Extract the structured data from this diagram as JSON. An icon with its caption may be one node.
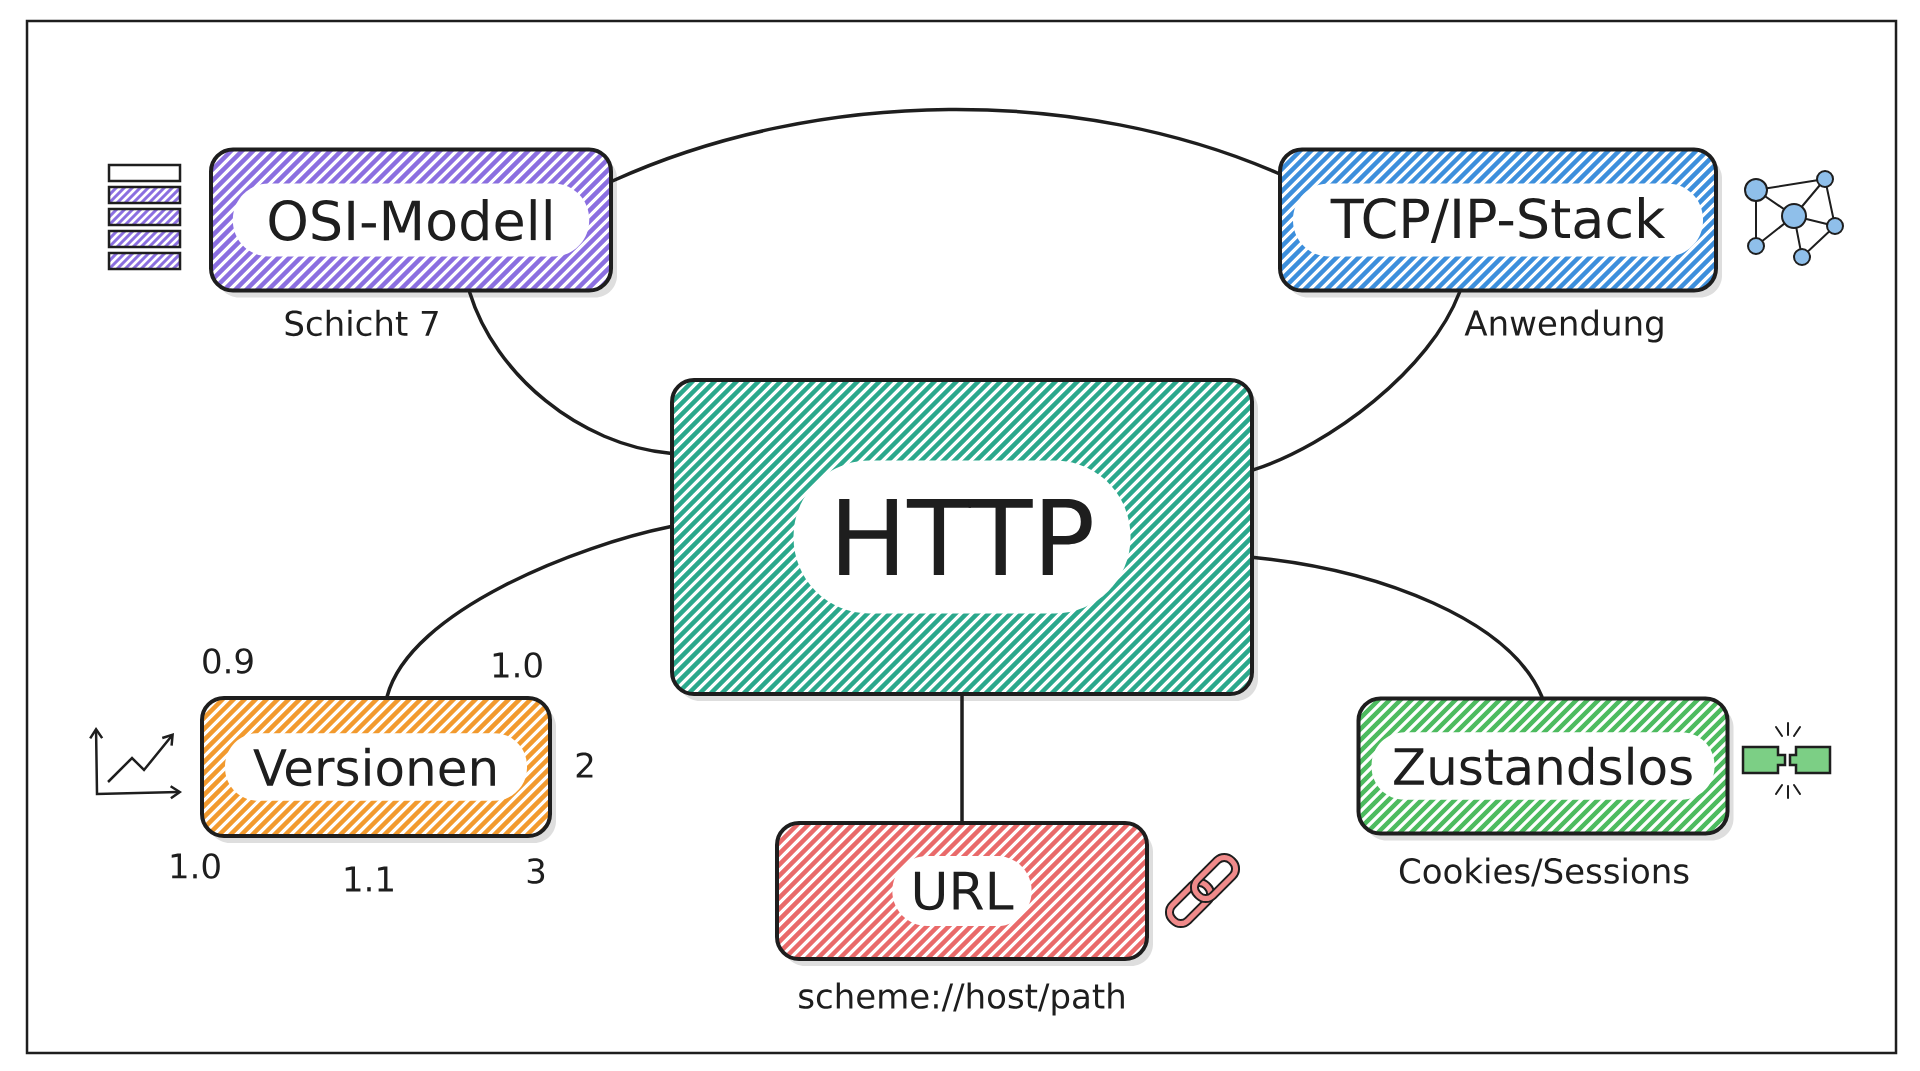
{
  "diagram": {
    "nodes": [
      {
        "text": [
          "OSI-Modell"
        ],
        "beside": [
          "Schicht 7"
        ]
      },
      {
        "text": [
          "TCP/IP-Stack"
        ],
        "beside": [
          "Anwendung"
        ]
      },
      {
        "text": [
          "HTTP"
        ]
      },
      {
        "text": [
          "Versionen"
        ],
        "beside": [
          "0.9",
          "1.0",
          "2",
          "1.0",
          "1.1",
          "3"
        ]
      },
      {
        "text": [
          "Zustandslos"
        ],
        "beside": [
          "Cookies/Sessions"
        ]
      },
      {
        "text": [
          "URL"
        ],
        "beside": [
          "scheme://host/path"
        ]
      }
    ],
    "edges": [
      {
        "from": 0,
        "to": 1,
        "arrow": "none"
      },
      {
        "from": 2,
        "to": 0,
        "arrow": "none"
      },
      {
        "from": 2,
        "to": 1,
        "arrow": "none"
      },
      {
        "from": 2,
        "to": 3,
        "arrow": "none"
      },
      {
        "from": 2,
        "to": 5,
        "arrow": "none"
      },
      {
        "from": 2,
        "to": 4,
        "arrow": "none"
      }
    ]
  }
}
